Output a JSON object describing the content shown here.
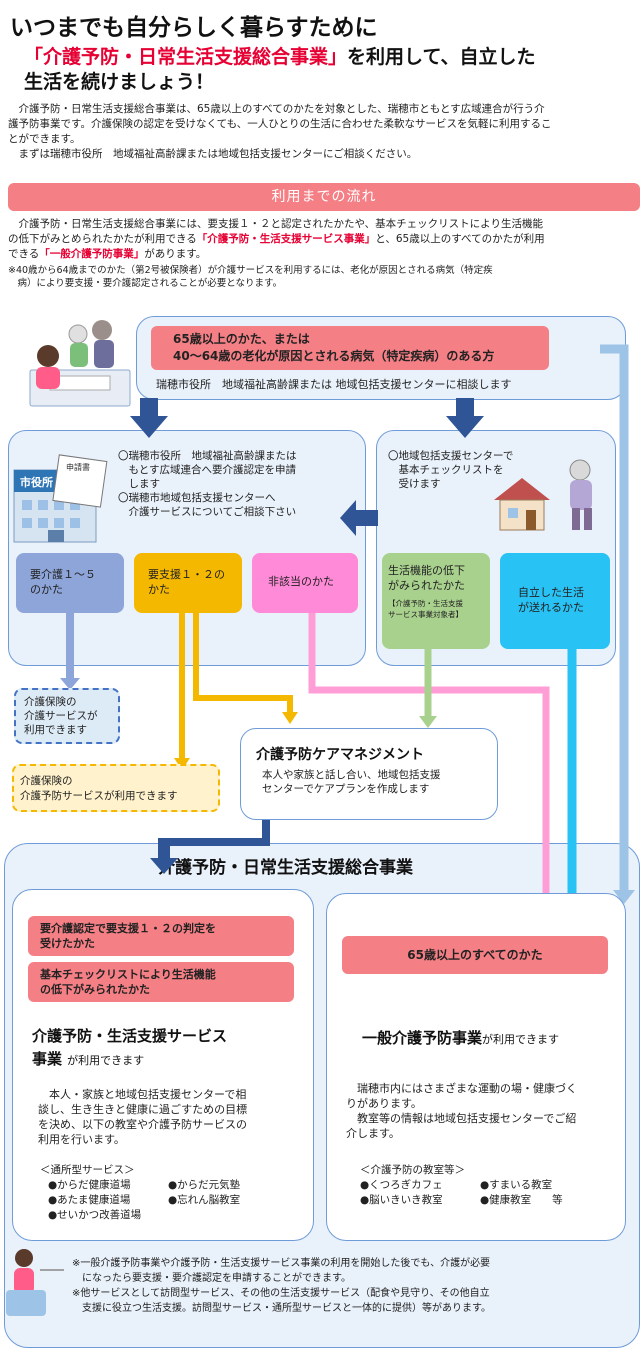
{
  "header": {
    "title_line1": "いつまでも自分らしく暮らすために",
    "title_line2_red": "「介護予防・日常生活支援総合事業」",
    "title_line2_rest": "を利用して、自立した",
    "title_line3": "生活を続けましょう！"
  },
  "intro": {
    "line1": "　介護予防・日常生活支援総合事業は、65歳以上のすべてのかたを対象とした、瑞穂市ともとす広域連合が行う介",
    "line2": "護予防事業です。介護保険の認定を受けなくても、一人ひとりの生活に合わせた柔軟なサービスを気軽に利用するこ",
    "line3": "とができます。",
    "line4": "　まずは瑞穂市役所　地域福祉高齢課または地域包括支援センターにご相談ください。"
  },
  "flow_band": "利用までの流れ",
  "flow_desc": {
    "line1": "　介護予防・日常生活支援総合事業には、要支援１・２と認定されたかたや、基本チェックリストにより生活機能",
    "line2_a": "の低下がみとめられたかたが利用できる",
    "line2_red": "「介護予防・生活支援サービス事業」",
    "line2_b": "と、65歳以上のすべてのかたが利用",
    "line3_a": "できる",
    "line3_red": "「一般介護予防事業」",
    "line3_b": "があります。",
    "note1": "※40歳から64歳までのかた（第2号被保険者）が介護サービスを利用するには、老化が原因とされる病気（特定疾",
    "note2": "　病）により要支援・要介護認定されることが必要となります。"
  },
  "top_box": {
    "target_line1": "65歳以上のかた、または",
    "target_line2": "40～64歳の老化が原因とされる病気（特定疾病）のある方",
    "consult": "瑞穂市役所　地域福祉高齢課または 地域包括支援センターに相談します"
  },
  "left_box": {
    "item1_l1": "〇瑞穂市役所　地域福祉高齢課または",
    "item1_l2": "　もとす広域連合へ要介護認定を申請",
    "item1_l3": "　します",
    "item2_l1": "〇瑞穂市地域包括支援センターへ",
    "item2_l2": "　介護サービスについてご相談下さい",
    "city_hall": "市役所",
    "application": "申請書"
  },
  "right_box": {
    "line1": "〇地域包括支援センターで",
    "line2": "　基本チェックリストを",
    "line3": "　受けます"
  },
  "categories": {
    "care1_5_l1": "要介護１～５",
    "care1_5_l2": "のかた",
    "support12_l1": "要支援１・２の",
    "support12_l2": "かた",
    "notapplicable": "非該当のかた",
    "decline_l1": "生活機能の低下",
    "decline_l2": "がみられたかた",
    "decline_sub1": "【介護予防・生活支援",
    "decline_sub2": "サービス事業対象者】",
    "independent_l1": "自立した生活",
    "independent_l2": "が送れるかた"
  },
  "outcomes": {
    "care_service_l1": "介護保険の",
    "care_service_l2": "介護サービスが",
    "care_service_l3": "利用できます",
    "prevention_service_l1": "介護保険の",
    "prevention_service_l2": "介護予防サービスが利用できます"
  },
  "care_management": {
    "title": "介護予防ケアマネジメント",
    "desc_l1": "本人や家族と話し合い、地域包括支援",
    "desc_l2": "センターでケアプランを作成します"
  },
  "bottom_panel": {
    "title": "介護予防・日常生活支援総合事業",
    "left": {
      "cond1_l1": "要介護認定で要支援１・２の判定を",
      "cond1_l2": "受けたかた",
      "cond2_l1": "基本チェックリストにより生活機能",
      "cond2_l2": "の低下がみられたかた",
      "service_title_l1": "介護予防・生活支援サービス",
      "service_title_l2": "事業",
      "service_suffix": "が利用できます",
      "desc_l1": "　本人・家族と地域包括支援センターで相",
      "desc_l2": "談し、生き生きと健康に過ごすための目標",
      "desc_l3": "を決め、以下の教室や介護予防サービスの",
      "desc_l4": "利用を行います。",
      "list_head": "＜通所型サービス＞",
      "list": [
        "●からだ健康道場",
        "●からだ元気塾",
        "●あたま健康道場",
        "●忘れん脳教室",
        "●せいかつ改善道場"
      ]
    },
    "right": {
      "cond": "65歳以上のすべてのかた",
      "service_title": "一般介護予防事業",
      "service_suffix": "が利用できます",
      "desc_l1": "　瑞穂市内にはさまざまな運動の場・健康づく",
      "desc_l2": "りがあります。",
      "desc_l3": "　教室等の情報は地域包括支援センターでご紹",
      "desc_l4": "介します。",
      "list_head": "＜介護予防の教室等＞",
      "list": [
        "●くつろぎカフェ",
        "●すまいる教室",
        "●脳いきいき教室",
        "●健康教室　　等"
      ]
    },
    "footnote1": "※一般介護予防事業や介護予防・生活支援サービス事業の利用を開始した後でも、介護が必要",
    "footnote2": "　になったら要支援・要介護認定を申請することができます。",
    "footnote3": "※他サービスとして訪問型サービス、その他の生活支援サービス（配食や見守り、その他自立",
    "footnote4": "　支援に役立つ生活支援。訪問型サービス・通所型サービスと一体的に提供）等があります。"
  },
  "colors": {
    "pink_band": "#f47f85",
    "blue_border": "#6f9cd8",
    "panel_fill": "#e9f1fa",
    "care_blue": "#8ea5d9",
    "support_yellow": "#f5b800",
    "not_pink": "#ff8ad8",
    "decline_green": "#a9d18e",
    "independent_cyan": "#28c2f5",
    "arrow_navy": "#2f5597"
  }
}
